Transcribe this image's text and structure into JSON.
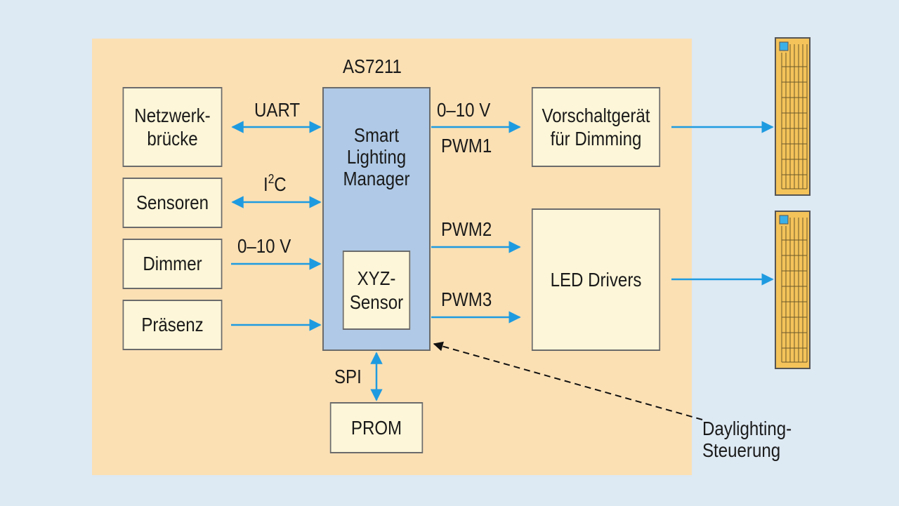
{
  "chip_title": "AS7211",
  "blocks": {
    "netzwerk": "Netzwerk-\nbrücke",
    "sensoren": "Sensoren",
    "dimmer": "Dimmer",
    "praesenz": "Präsenz",
    "manager": "Smart\nLighting\nManager",
    "xyz": "XYZ-\nSensor",
    "prom": "PROM",
    "vorschalt": "Vorschaltgerät\nfür Dimming",
    "led": "LED Drivers"
  },
  "signals": {
    "uart": "UART",
    "i2c_prefix": "I",
    "i2c_sup": "2",
    "i2c_suffix": "C",
    "dimmer_v": "0–10 V",
    "out_v": "0–10 V",
    "pwm1": "PWM1",
    "pwm2": "PWM2",
    "pwm3": "PWM3",
    "spi": "SPI"
  },
  "daylight": "Daylighting-\nSteuerung",
  "colors": {
    "panel": "#fbe0b4",
    "chip": "#afc9e6",
    "box": "#fdf6d8",
    "arrow": "#1e9be0",
    "lamp": "#f4c35a"
  }
}
